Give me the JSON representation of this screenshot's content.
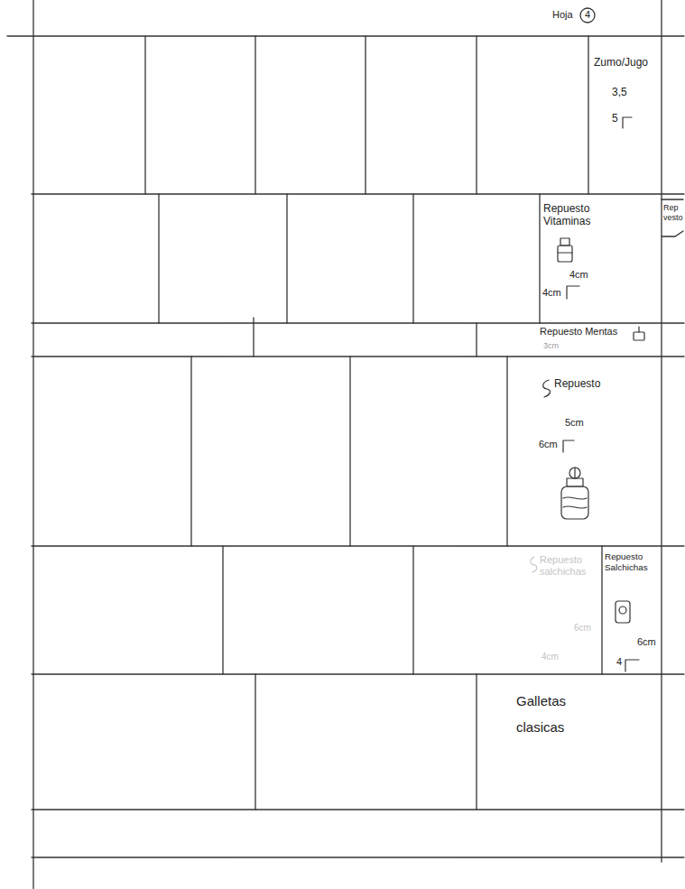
{
  "diagram": {
    "nodes": [
      {
        "text": [
          "Zumo/Jugo",
          "3,5",
          "5"
        ]
      },
      {
        "text": [
          "Repuesto Vitaminas",
          "4cm",
          "4cm"
        ]
      },
      {
        "text": [
          "Rep vesto"
        ]
      },
      {
        "text": [
          "Repuesto Mentas",
          "3cm"
        ]
      },
      {
        "text": [
          "Repuesto",
          "5cm",
          "6cm"
        ]
      },
      {
        "text": [
          "Repuesto Salchichas",
          "6cm",
          "4"
        ]
      },
      {
        "text": [
          "Galletas clasicas"
        ]
      }
    ],
    "labels": [
      "Hoja",
      "4",
      "Repuesto salchichas",
      "6cm",
      "4cm"
    ]
  }
}
